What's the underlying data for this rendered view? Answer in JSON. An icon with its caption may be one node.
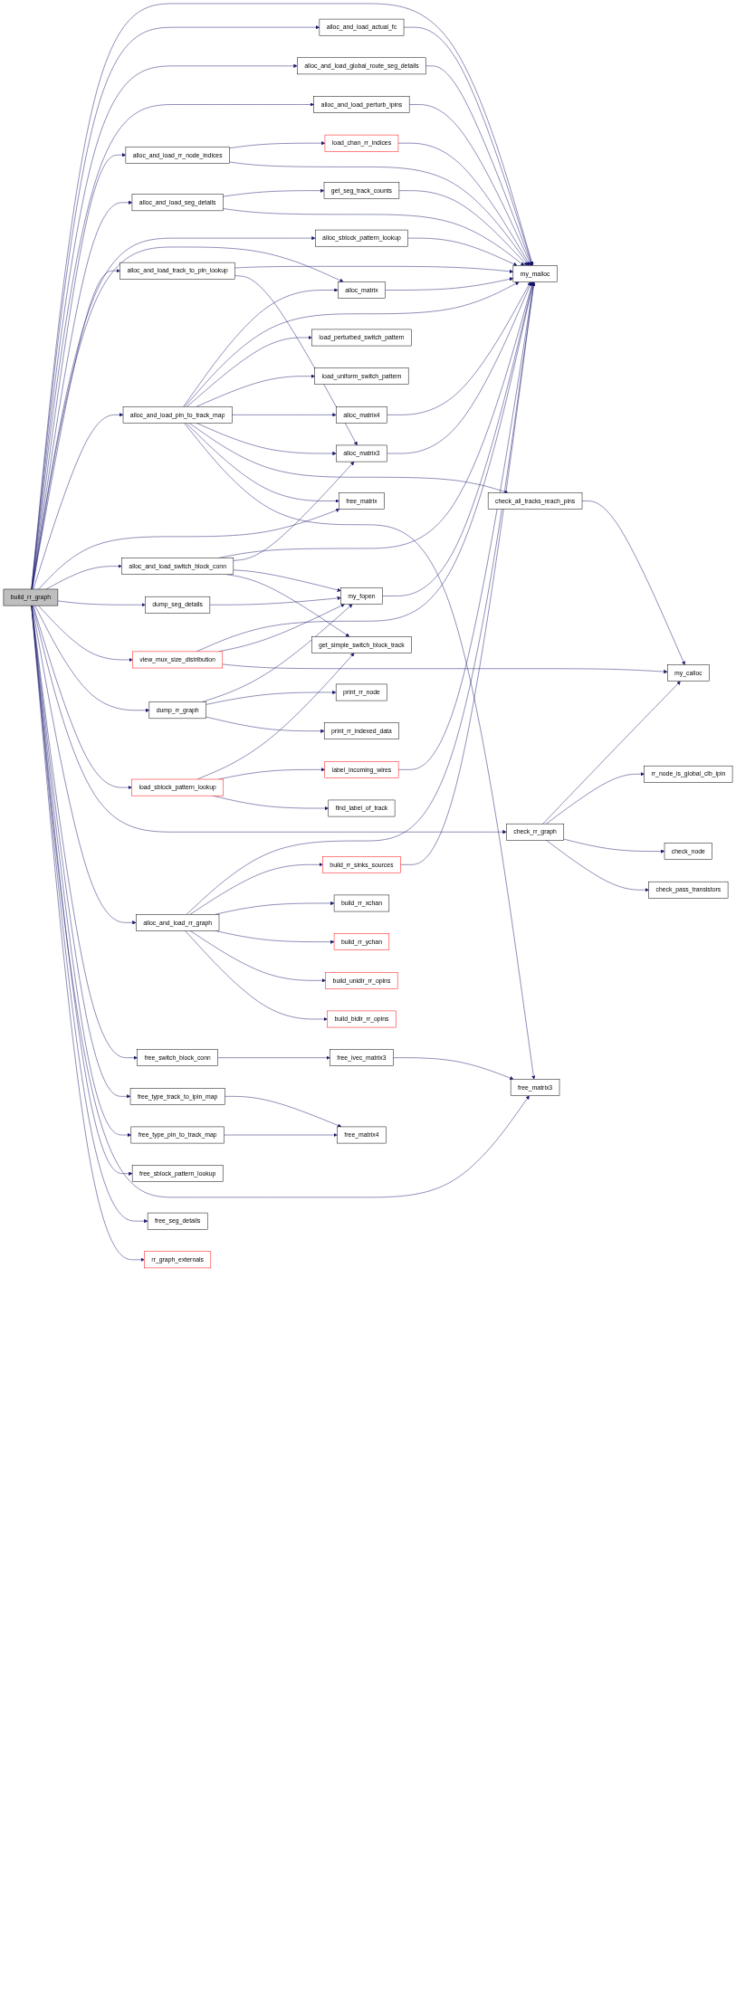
{
  "diagram": {
    "nodes": [
      {
        "text": [
          "build_rr_graph"
        ]
      },
      {
        "text": [
          "alloc_and_load_actual_fc"
        ]
      },
      {
        "text": [
          "alloc_and_load_global_route_seg_details"
        ]
      },
      {
        "text": [
          "alloc_and_load_perturb_ipins"
        ]
      },
      {
        "text": [
          "alloc_and_load_rr_node_indices"
        ]
      },
      {
        "text": [
          "load_chan_rr_indices"
        ]
      },
      {
        "text": [
          "alloc_and_load_seg_details"
        ]
      },
      {
        "text": [
          "get_seg_track_counts"
        ]
      },
      {
        "text": [
          "alloc_sblock_pattern_lookup"
        ]
      },
      {
        "text": [
          "alloc_matrix"
        ]
      },
      {
        "text": [
          "my_malloc"
        ]
      },
      {
        "text": [
          "load_perturbed_switch_pattern"
        ]
      },
      {
        "text": [
          "load_uniform_switch_pattern"
        ]
      },
      {
        "text": [
          "alloc_matrix4"
        ]
      },
      {
        "text": [
          "alloc_and_load_track_to_pin_lookup"
        ]
      },
      {
        "text": [
          "alloc_matrix3"
        ]
      },
      {
        "text": [
          "alloc_and_load_pin_to_track_map"
        ]
      },
      {
        "text": [
          "check_all_tracks_reach_pins"
        ]
      },
      {
        "text": [
          "free_matrix"
        ]
      },
      {
        "text": [
          "alloc_and_load_switch_block_conn"
        ]
      },
      {
        "text": [
          "dump_seg_details"
        ]
      },
      {
        "text": [
          "my_fopen"
        ]
      },
      {
        "text": [
          "view_mux_size_distribution"
        ]
      },
      {
        "text": [
          "get_simple_switch_block_track"
        ]
      },
      {
        "text": [
          "dump_rr_graph"
        ]
      },
      {
        "text": [
          "my_calloc"
        ]
      },
      {
        "text": [
          "print_rr_node"
        ]
      },
      {
        "text": [
          "load_sblock_pattern_lookup"
        ]
      },
      {
        "text": [
          "print_rr_indexed_data"
        ]
      },
      {
        "text": [
          "label_incoming_wires"
        ]
      },
      {
        "text": [
          "find_label_of_track"
        ]
      },
      {
        "text": [
          "check_rr_graph"
        ]
      },
      {
        "text": [
          "rr_node_is_global_clb_ipin"
        ]
      },
      {
        "text": [
          "check_node"
        ]
      },
      {
        "text": [
          "check_pass_transistors"
        ]
      },
      {
        "text": [
          "build_rr_sinks_sources"
        ]
      },
      {
        "text": [
          "alloc_and_load_rr_graph"
        ]
      },
      {
        "text": [
          "free_switch_block_conn"
        ]
      },
      {
        "text": [
          "build_rr_xchan"
        ]
      },
      {
        "text": [
          "free_type_track_to_ipin_map"
        ]
      },
      {
        "text": [
          "build_rr_ychan"
        ]
      },
      {
        "text": [
          "build_unidir_rr_opins"
        ]
      },
      {
        "text": [
          "free_type_pin_to_track_map"
        ]
      },
      {
        "text": [
          "build_bidir_rr_opins"
        ]
      },
      {
        "text": [
          "free_sblock_pattern_lookup"
        ]
      },
      {
        "text": [
          "free_ivec_matrix3"
        ]
      },
      {
        "text": [
          "free_matrix3"
        ]
      },
      {
        "text": [
          "free_seg_details"
        ]
      },
      {
        "text": [
          "rr_graph_externals"
        ]
      },
      {
        "text": [
          "free_matrix4"
        ]
      }
    ],
    "edges": [
      {
        "from": 0,
        "to": 10,
        "arrow": "to"
      },
      {
        "from": 0,
        "to": 1,
        "arrow": "to"
      },
      {
        "from": 0,
        "to": 2,
        "arrow": "to"
      },
      {
        "from": 0,
        "to": 3,
        "arrow": "to"
      },
      {
        "from": 0,
        "to": 4,
        "arrow": "to"
      },
      {
        "from": 0,
        "to": 6,
        "arrow": "to"
      },
      {
        "from": 0,
        "to": 8,
        "arrow": "to"
      },
      {
        "from": 0,
        "to": 9,
        "arrow": "to"
      },
      {
        "from": 0,
        "to": 14,
        "arrow": "to"
      },
      {
        "from": 0,
        "to": 16,
        "arrow": "to"
      },
      {
        "from": 0,
        "to": 18,
        "arrow": "to"
      },
      {
        "from": 0,
        "to": 19,
        "arrow": "to"
      },
      {
        "from": 0,
        "to": 20,
        "arrow": "to"
      },
      {
        "from": 0,
        "to": 22,
        "arrow": "to"
      },
      {
        "from": 0,
        "to": 24,
        "arrow": "to"
      },
      {
        "from": 0,
        "to": 27,
        "arrow": "to"
      },
      {
        "from": 0,
        "to": 31,
        "arrow": "to"
      },
      {
        "from": 0,
        "to": 36,
        "arrow": "to"
      },
      {
        "from": 0,
        "to": 37,
        "arrow": "to"
      },
      {
        "from": 0,
        "to": 39,
        "arrow": "to"
      },
      {
        "from": 0,
        "to": 42,
        "arrow": "to"
      },
      {
        "from": 0,
        "to": 44,
        "arrow": "to"
      },
      {
        "from": 0,
        "to": 46,
        "arrow": "to"
      },
      {
        "from": 0,
        "to": 47,
        "arrow": "to"
      },
      {
        "from": 0,
        "to": 48,
        "arrow": "to"
      },
      {
        "from": 1,
        "to": 10,
        "arrow": "to"
      },
      {
        "from": 2,
        "to": 10,
        "arrow": "to"
      },
      {
        "from": 3,
        "to": 10,
        "arrow": "to"
      },
      {
        "from": 4,
        "to": 5,
        "arrow": "to"
      },
      {
        "from": 4,
        "to": 10,
        "arrow": "to"
      },
      {
        "from": 5,
        "to": 10,
        "arrow": "to"
      },
      {
        "from": 6,
        "to": 7,
        "arrow": "to"
      },
      {
        "from": 6,
        "to": 10,
        "arrow": "to"
      },
      {
        "from": 7,
        "to": 10,
        "arrow": "to"
      },
      {
        "from": 8,
        "to": 10,
        "arrow": "to"
      },
      {
        "from": 9,
        "to": 10,
        "arrow": "to"
      },
      {
        "from": 13,
        "to": 10,
        "arrow": "to"
      },
      {
        "from": 14,
        "to": 10,
        "arrow": "to"
      },
      {
        "from": 14,
        "to": 15,
        "arrow": "to"
      },
      {
        "from": 15,
        "to": 10,
        "arrow": "to"
      },
      {
        "from": 16,
        "to": 9,
        "arrow": "to"
      },
      {
        "from": 16,
        "to": 10,
        "arrow": "to"
      },
      {
        "from": 16,
        "to": 11,
        "arrow": "to"
      },
      {
        "from": 16,
        "to": 12,
        "arrow": "to"
      },
      {
        "from": 16,
        "to": 13,
        "arrow": "to"
      },
      {
        "from": 16,
        "to": 15,
        "arrow": "to"
      },
      {
        "from": 16,
        "to": 17,
        "arrow": "to"
      },
      {
        "from": 16,
        "to": 18,
        "arrow": "to"
      },
      {
        "from": 16,
        "to": 46,
        "arrow": "to"
      },
      {
        "from": 17,
        "to": 25,
        "arrow": "to"
      },
      {
        "from": 19,
        "to": 10,
        "arrow": "to"
      },
      {
        "from": 19,
        "to": 15,
        "arrow": "to"
      },
      {
        "from": 19,
        "to": 21,
        "arrow": "to"
      },
      {
        "from": 19,
        "to": 23,
        "arrow": "to"
      },
      {
        "from": 20,
        "to": 21,
        "arrow": "to"
      },
      {
        "from": 21,
        "to": 10,
        "arrow": "to"
      },
      {
        "from": 22,
        "to": 10,
        "arrow": "to"
      },
      {
        "from": 22,
        "to": 21,
        "arrow": "to"
      },
      {
        "from": 22,
        "to": 25,
        "arrow": "to"
      },
      {
        "from": 24,
        "to": 21,
        "arrow": "to"
      },
      {
        "from": 24,
        "to": 26,
        "arrow": "to"
      },
      {
        "from": 24,
        "to": 28,
        "arrow": "to"
      },
      {
        "from": 27,
        "to": 23,
        "arrow": "to"
      },
      {
        "from": 27,
        "to": 29,
        "arrow": "to"
      },
      {
        "from": 27,
        "to": 30,
        "arrow": "to"
      },
      {
        "from": 29,
        "to": 10,
        "arrow": "to"
      },
      {
        "from": 31,
        "to": 25,
        "arrow": "to"
      },
      {
        "from": 31,
        "to": 32,
        "arrow": "to"
      },
      {
        "from": 31,
        "to": 33,
        "arrow": "to"
      },
      {
        "from": 31,
        "to": 34,
        "arrow": "to"
      },
      {
        "from": 35,
        "to": 10,
        "arrow": "to"
      },
      {
        "from": 36,
        "to": 10,
        "arrow": "to"
      },
      {
        "from": 36,
        "to": 35,
        "arrow": "to"
      },
      {
        "from": 36,
        "to": 38,
        "arrow": "to"
      },
      {
        "from": 36,
        "to": 40,
        "arrow": "to"
      },
      {
        "from": 36,
        "to": 41,
        "arrow": "to"
      },
      {
        "from": 36,
        "to": 43,
        "arrow": "to"
      },
      {
        "from": 37,
        "to": 45,
        "arrow": "to"
      },
      {
        "from": 39,
        "to": 49,
        "arrow": "to"
      },
      {
        "from": 42,
        "to": 49,
        "arrow": "to"
      },
      {
        "from": 45,
        "to": 46,
        "arrow": "to"
      }
    ]
  }
}
